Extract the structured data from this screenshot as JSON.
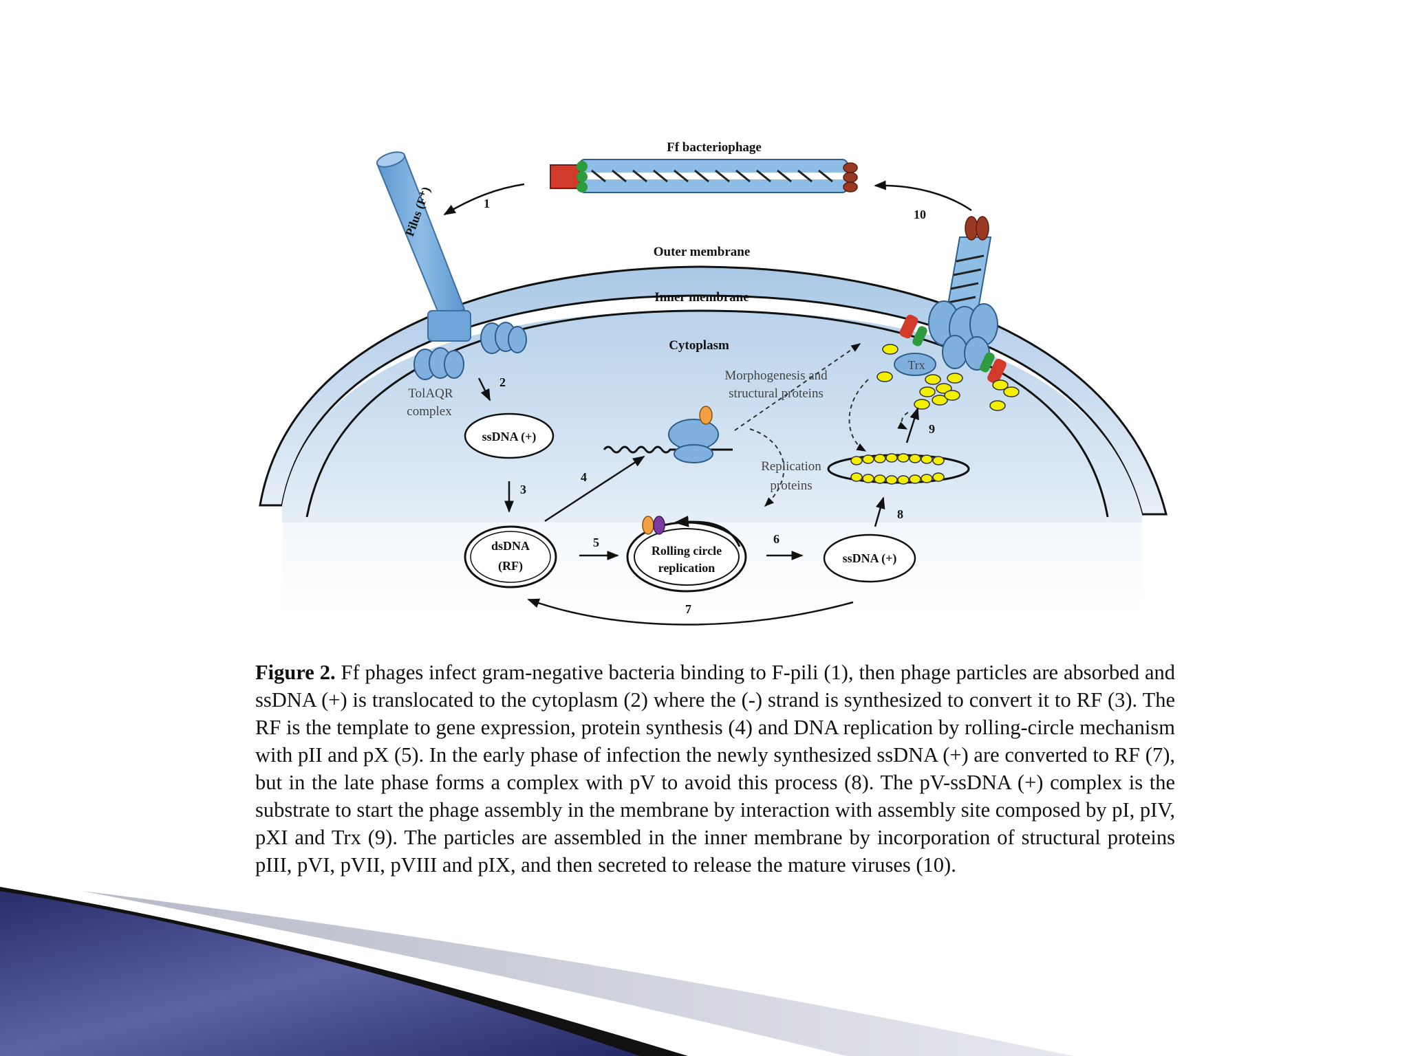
{
  "diagram": {
    "phage_title": "Ff bacteriophage",
    "pilus_label": "Pilus (F⁺)",
    "outer_membrane": "Outer membrane",
    "inner_membrane": "Inner membrane",
    "cytoplasm": "Cytoplasm",
    "tolaqr_line1": "TolAQR",
    "tolaqr_line2": "complex",
    "morpho_line1": "Morphogenesis and",
    "morpho_line2": "structural proteins",
    "replication_line1": "Replication",
    "replication_line2": "proteins",
    "trx": "Trx",
    "ssdna_top": "ssDNA (+)",
    "dsdna_line1": "dsDNA",
    "dsdna_line2": "(RF)",
    "rolling_line1": "Rolling circle",
    "rolling_line2": "replication",
    "ssdna_right": "ssDNA (+)",
    "steps": [
      "1",
      "2",
      "3",
      "4",
      "5",
      "6",
      "7",
      "8",
      "9",
      "10"
    ]
  },
  "caption": {
    "label": "Figure 2.",
    "text": " Ff phages infect gram-negative bacteria binding to F-pili (1), then phage particles are absorbed and ssDNA (+) is translocated to the cytoplasm (2) where the (-) strand is synthesized to convert it to RF (3). The RF is the template to gene expression, protein synthesis (4) and DNA replication by rolling-circle mechanism with pII and pX (5). In the early phase of infection the newly synthesized ssDNA (+) are converted to RF (7), but in the late phase forms a complex with pV to avoid this process (8). The pV-ssDNA (+) complex is the substrate to start the phage assembly in the membrane by interaction with assembly site composed by pI, pIV, pXI and Trx (9). The particles are assembled in the inner membrane by incorporation of structural proteins pIII, pVI, pVII, pVIII and pIX, and then secreted to release the mature viruses (10)."
  },
  "colors": {
    "membrane_blue": "#9fc3e3",
    "cytoplasm_blue": "#d4e4f2",
    "protein_blue": "#7fb0de",
    "pilus_blue": "#6fa5d8",
    "pv_yellow": "#f2f000",
    "slide_navy": "#2c2f6b"
  },
  "decor": {
    "icons": [
      "ribosome-icon",
      "pilus-icon",
      "phage-icon",
      "assembly-pore-icon"
    ]
  }
}
